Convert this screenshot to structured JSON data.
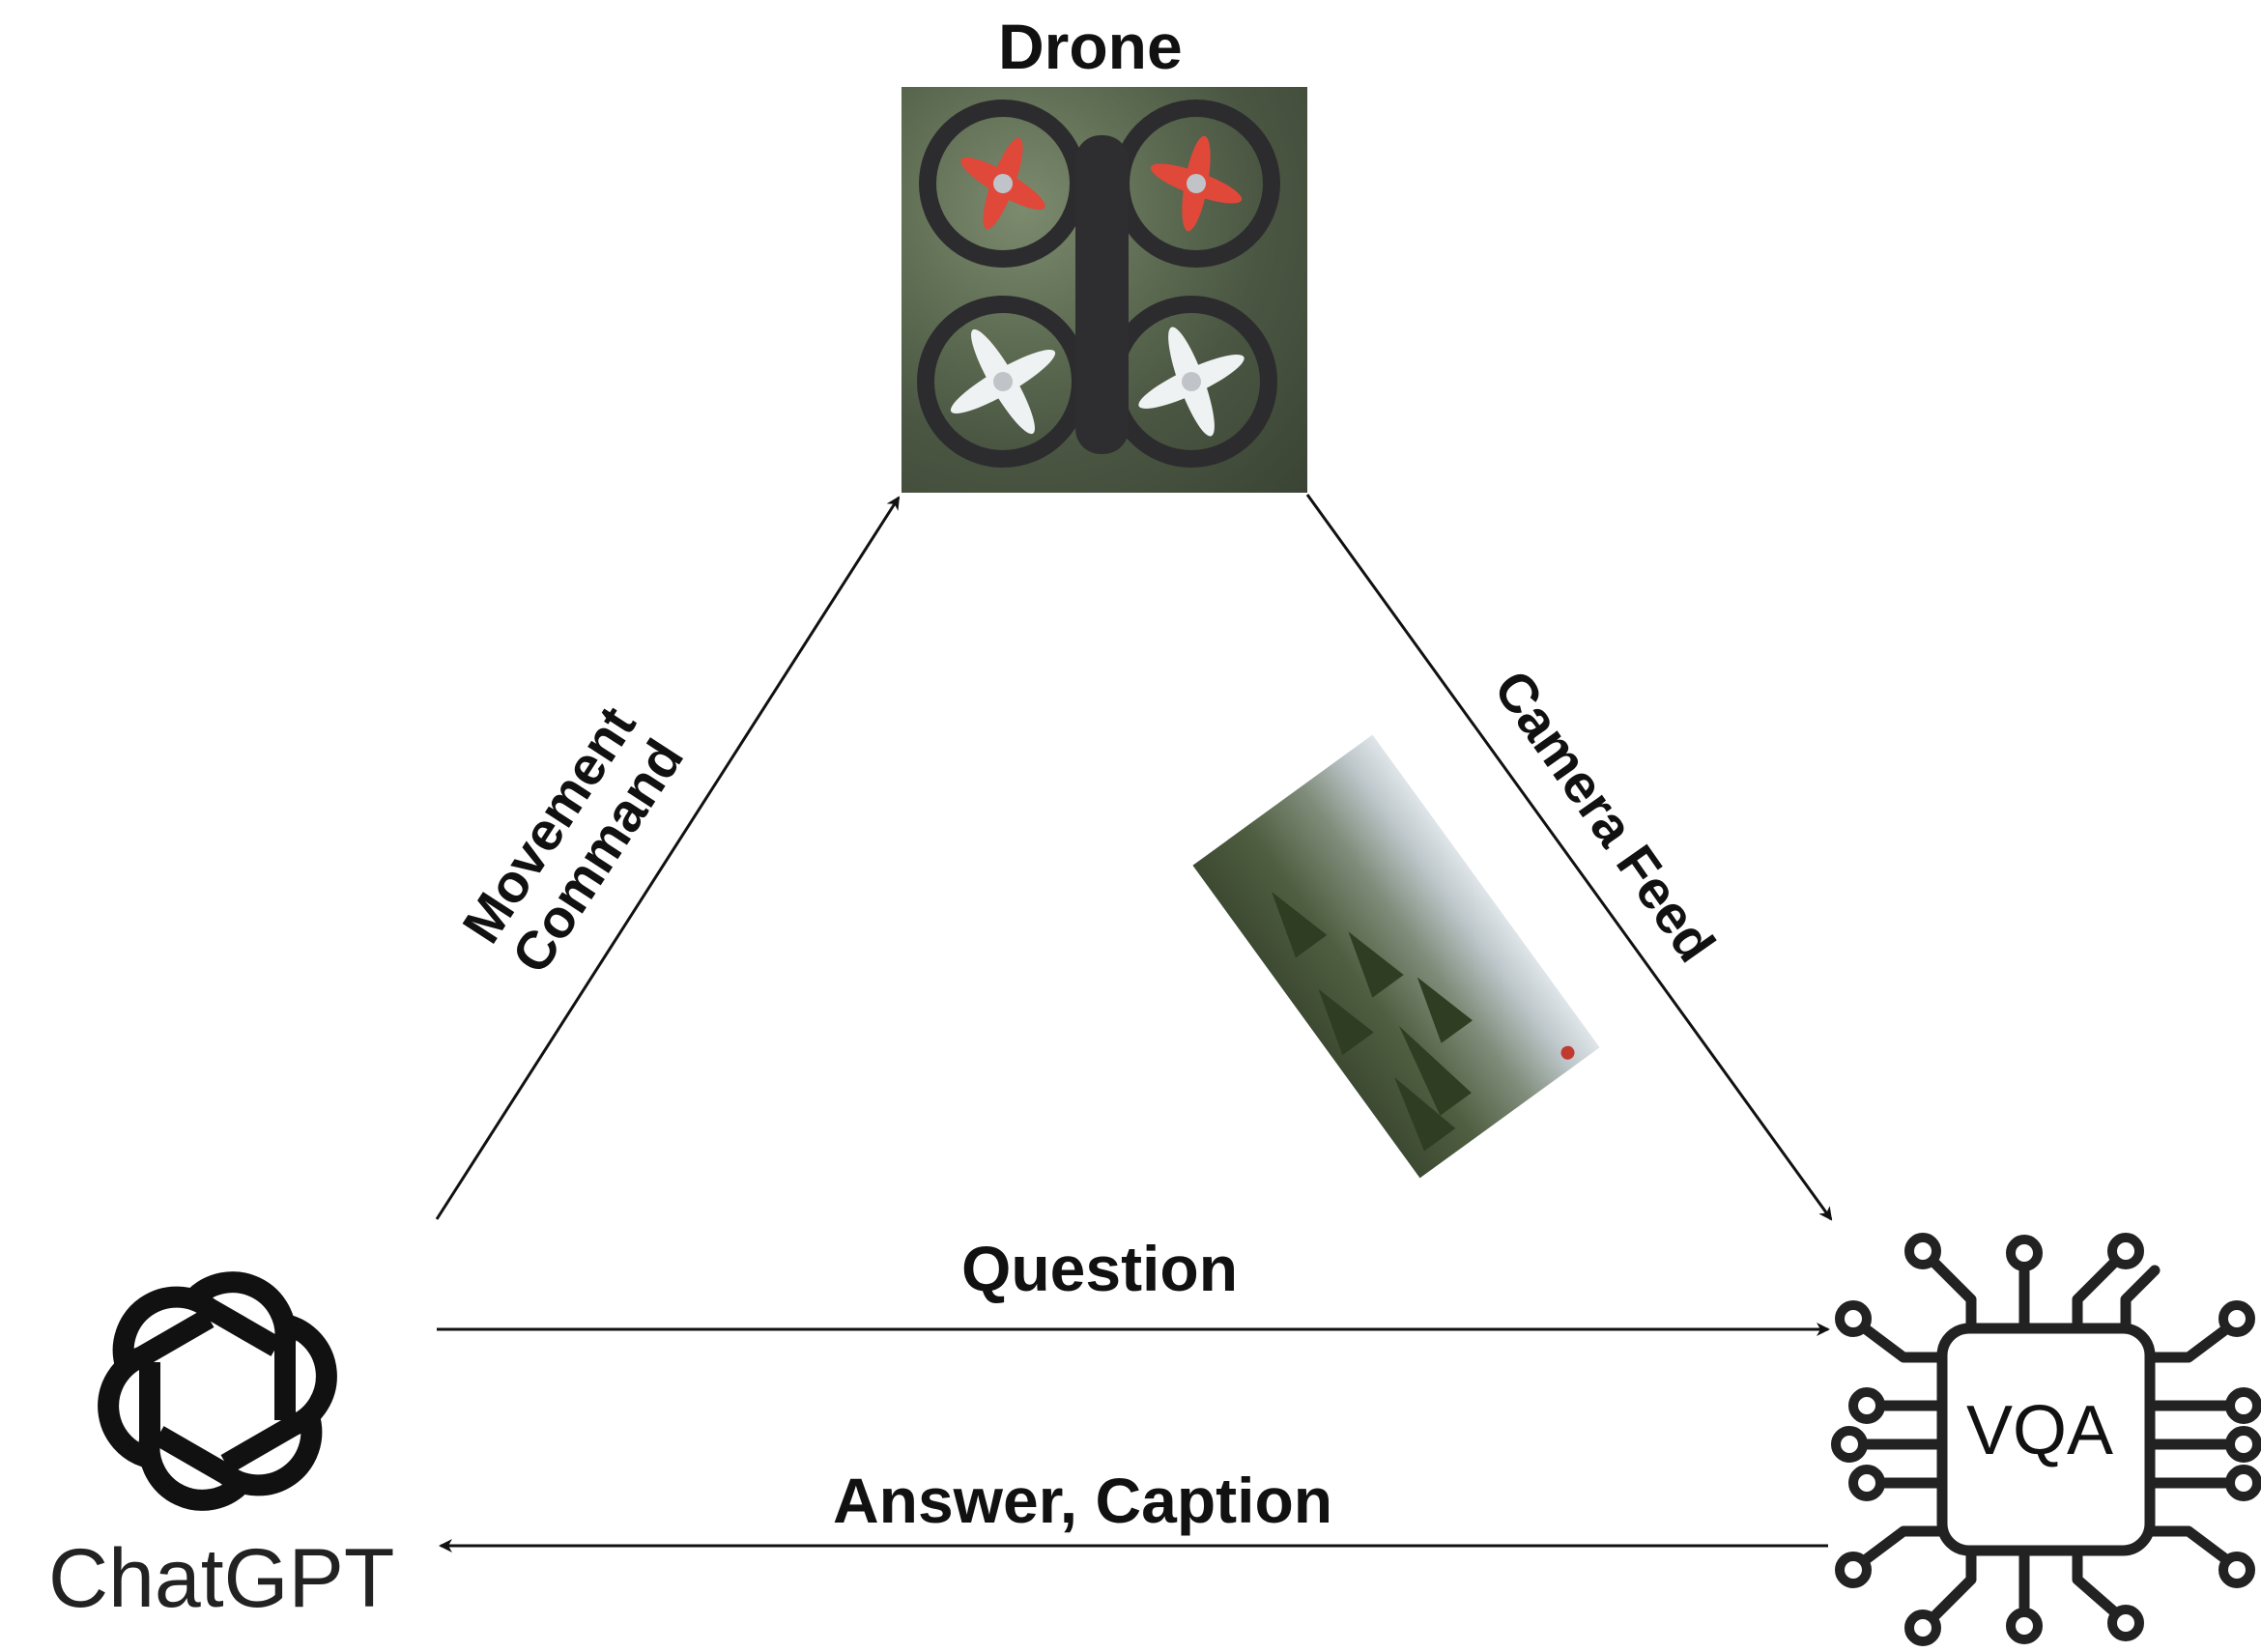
{
  "nodes": {
    "drone": {
      "title": "Drone"
    },
    "chatgpt": {
      "label": "ChatGPT"
    },
    "vqa": {
      "label": "VQA"
    }
  },
  "edges": {
    "movement": {
      "line1": "Movement",
      "line2": "Command"
    },
    "camera": {
      "label": "Camera Feed"
    },
    "question": {
      "label": "Question"
    },
    "answer": {
      "label": "Answer, Caption"
    }
  }
}
